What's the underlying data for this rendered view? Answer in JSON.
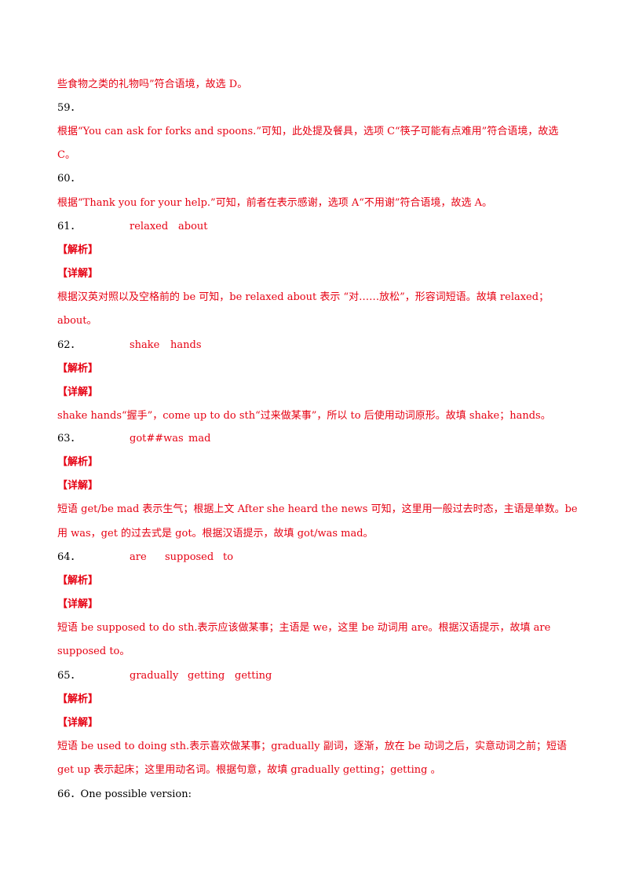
{
  "colors": {
    "answer_red": "#e60012",
    "header_red": "#e60012",
    "number_black": "#000000"
  },
  "lines": {
    "l0": "些食物之类的礼物吗”符合语境，故选 D。",
    "n59": "59．",
    "l59a": "根据“You can ask for forks and spoons.”可知，此处提及餐具，选项 C“筷子可能有点难用”符合语境，故选",
    "l59b": "C。",
    "n60": "60．",
    "l60": "根据“Thank you for your help.”可知，前者在表示感谢，选项 A“不用谢”符合语境，故选 A。",
    "n61": "61．",
    "a61": [
      "relaxed",
      "about"
    ],
    "jx61": "【解析】",
    "xj61": "【详解】",
    "l61a": "根据汉英对照以及空格前的 be 可知，be relaxed about 表示 “对……放松”，形容词短语。故填 relaxed；",
    "l61b": "about。",
    "n62": "62．",
    "a62": [
      "shake",
      "hands"
    ],
    "jx62": "【解析】",
    "xj62": "【详解】",
    "l62": "shake hands“握手”，come up to do sth“过来做某事”，所以 to 后使用动词原形。故填 shake；hands。",
    "n63": "63．",
    "a63": [
      "got##was",
      "mad"
    ],
    "jx63": "【解析】",
    "xj63": "【详解】",
    "l63a": "短语 get/be mad 表示生气；根据上文 After she heard the news 可知，这里用一般过去时态，主语是单数。be",
    "l63b": "用 was，get 的过去式是 got。根据汉语提示，故填 got/was    mad。",
    "n64": "64．",
    "a64": [
      "are",
      "supposed",
      "to"
    ],
    "jx64": "【解析】",
    "xj64": "【详解】",
    "l64a": "短语 be supposed   to do sth.表示应该做某事；主语是 we，这里 be 动词用 are。根据汉语提示，故填 are",
    "l64b": "supposed       to。",
    "n65": "65．",
    "a65": [
      "gradually",
      "getting",
      "getting"
    ],
    "jx65": "【解析】",
    "xj65": "【详解】",
    "l65a": "短语 be used to doing sth.表示喜欢做某事；gradually 副词，逐渐，放在 be 动词之后，实意动词之前；短语",
    "l65b": "get up 表示起床；这里用动名词。根据句意，故填 gradually getting；getting  。",
    "l66": "66．One possible version:"
  }
}
